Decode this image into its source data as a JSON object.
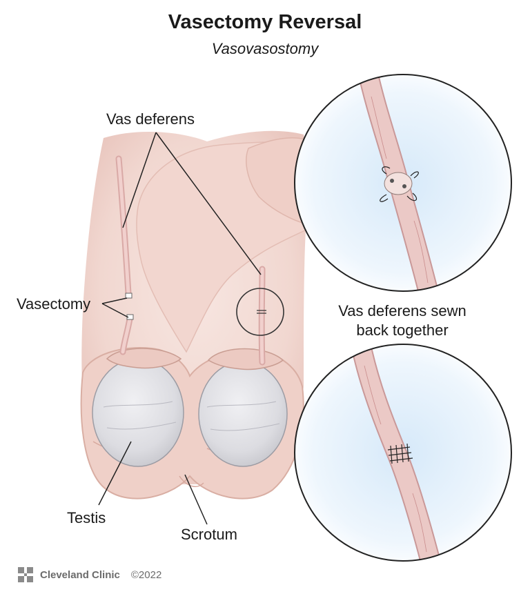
{
  "header": {
    "title": "Vasectomy Reversal",
    "subtitle": "Vasovasostomy"
  },
  "labels": {
    "vas_deferens": "Vas deferens",
    "vasectomy": "Vasectomy",
    "testis": "Testis",
    "scrotum": "Scrotum"
  },
  "caption": {
    "line1": "Vas deferens sewn",
    "line2": "back together"
  },
  "footer": {
    "brand": "Cleveland Clinic",
    "copyright": "©2022"
  },
  "colors": {
    "skin": "#f3dcd6",
    "skin_shadow": "#e7c3bb",
    "testis": "#d9d9de",
    "vas": "#e9c4c2",
    "inset_bg": "#e3f0fb",
    "line": "#222222"
  }
}
